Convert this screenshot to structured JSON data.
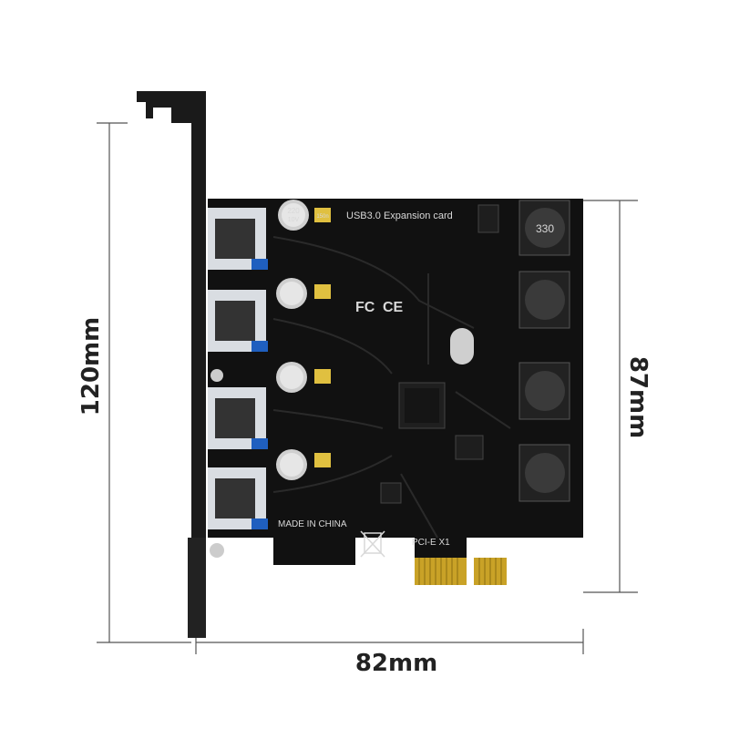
{
  "dimensions": {
    "height_label": "120mm",
    "board_height_label": "87mm",
    "width_label": "82mm"
  },
  "board": {
    "title": "USB3.0 Expansion card",
    "made_in": "MADE IN CHINA",
    "interface": "PCI-E X1",
    "certifications": [
      "FC",
      "CE"
    ],
    "inductor_value": "330",
    "capacitor_values": [
      "220",
      "10V"
    ],
    "fuse_label": "150n"
  },
  "colors": {
    "pcb": "#111111",
    "bracket": "#1a1a1a",
    "gold_contacts": "#c9a227",
    "usb_port": "#d9dde2",
    "usb_tongue": "#1f5fbf"
  }
}
